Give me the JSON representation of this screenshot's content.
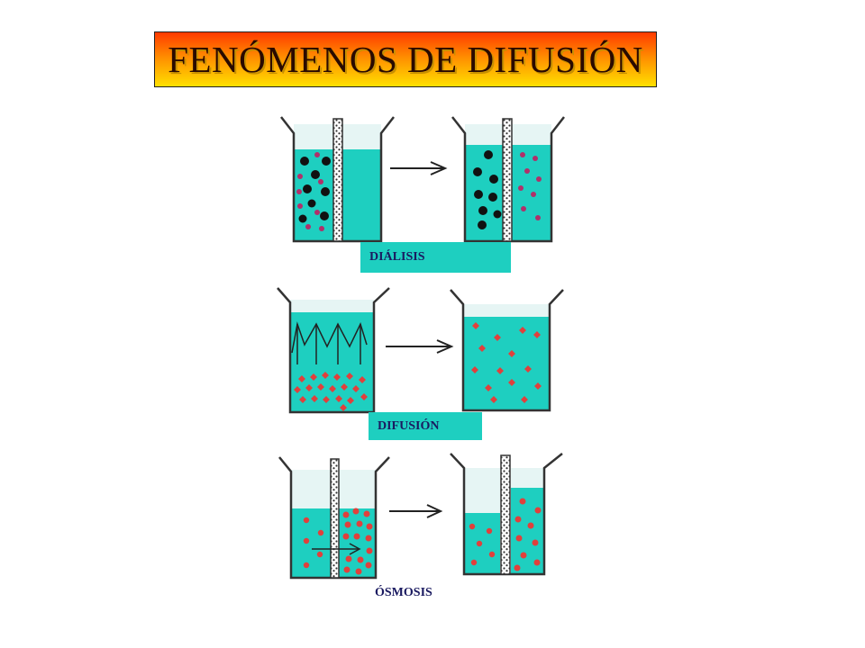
{
  "title": "FENÓMENOS DE DIFUSIÓN",
  "panels": [
    {
      "label": "DIÁLISIS"
    },
    {
      "label": "DIFUSIÓN"
    },
    {
      "label": "ÓSMOSIS"
    }
  ],
  "colors": {
    "water": "#1ecfc0",
    "water_top": "#e6f5f4",
    "big_particle": "#111111",
    "small_particle": "#b0306a",
    "solute": "#e0403c",
    "beaker": "#333333"
  }
}
